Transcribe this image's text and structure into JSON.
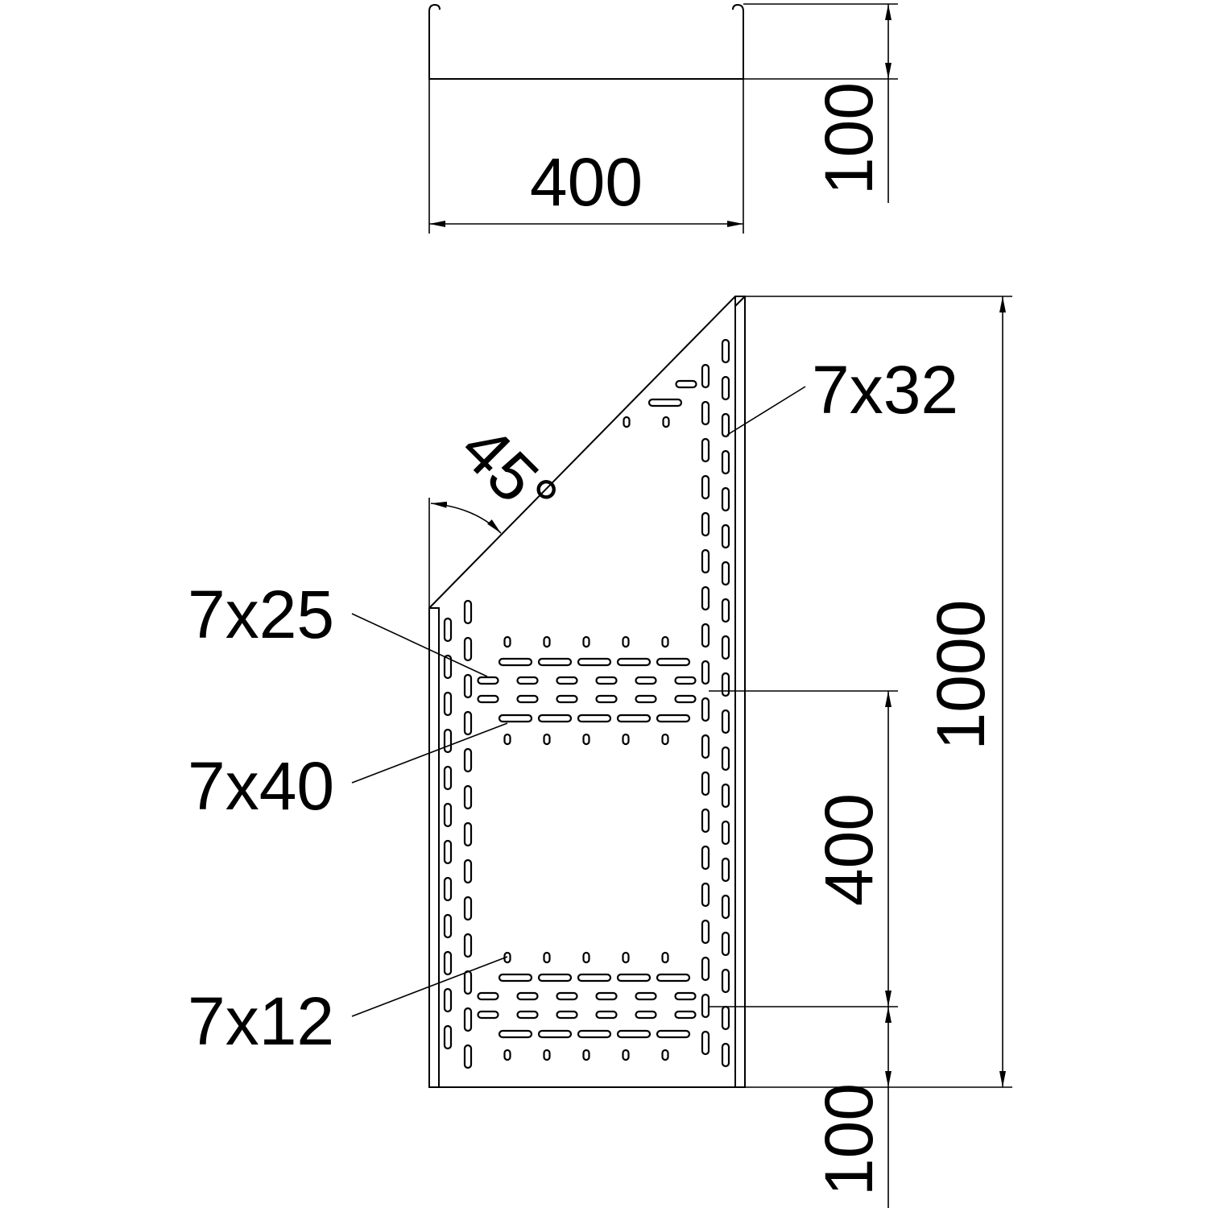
{
  "top_view": {
    "width_label": "400",
    "height_label": "100"
  },
  "main_view": {
    "angle_label": "45°",
    "length_label": "1000",
    "spacing_label": "400",
    "end_label": "100"
  },
  "callouts": {
    "slot_side": "7x32",
    "slot_short": "7x25",
    "slot_long": "7x40",
    "hole": "7x12"
  },
  "colors": {
    "line": "#000000",
    "background": "#ffffff"
  }
}
